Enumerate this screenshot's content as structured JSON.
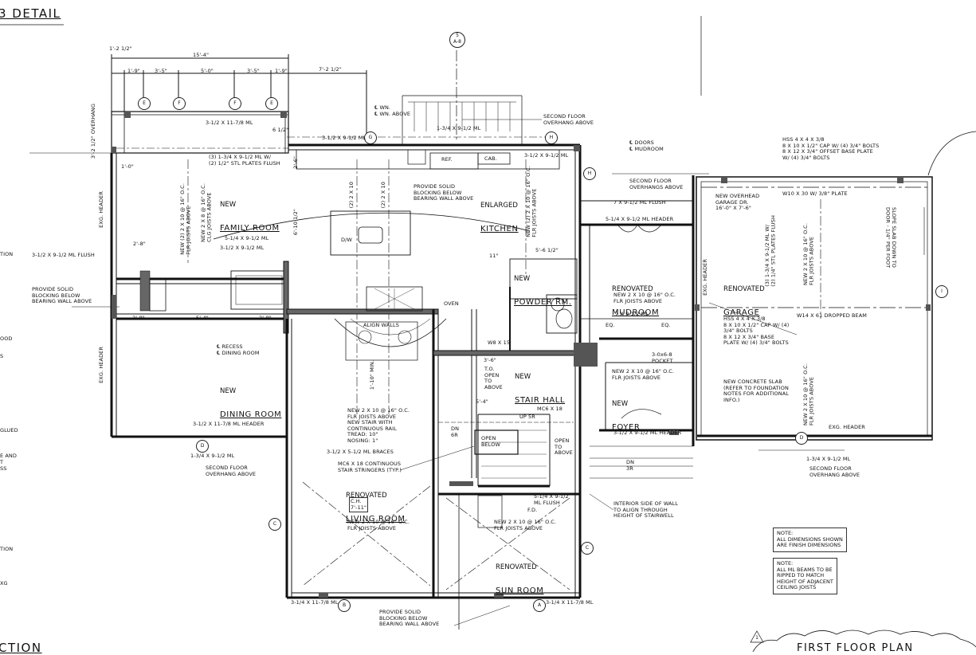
{
  "sheet": {
    "detail_title": "3 DETAIL",
    "section_title": "CTION",
    "plan_title": "FIRST FLOOR PLAN",
    "north_marker_top": "5",
    "north_marker_bottom": "A-8"
  },
  "dimensions": {
    "overall_top": "15'-4\"",
    "top_left_small": "1'-2 1/2\"",
    "top_right_small": "7'-2 1/2\"",
    "segments": [
      "1'-9\"",
      "3'-5\"",
      "5'-0\"",
      "3'-5\"",
      "1'-9\""
    ],
    "overhang": "3'-2 1/2\" OVERHANG",
    "left_1_0": "1'-0\"",
    "d_2_8a": "2'-8\"",
    "d_2_8b": "2'-8\"",
    "d_2_8c": "2'-8\"",
    "d_5_4": "5'-4\"",
    "d_2_6": "2'-6\"",
    "d_6_10": "6'-10 1/2\"",
    "d_11": "11\"",
    "d_3_6": "3'-6\"",
    "d_5_6": "5'-6 1/2\"",
    "d_1_10": "1'-10\" MIN.",
    "d_5_4b": "5'-4\"",
    "d_6p": "6 1/2\""
  },
  "grid_bubbles": [
    "E",
    "F",
    "F",
    "E",
    "G",
    "H",
    "H",
    "D",
    "C",
    "B",
    "A",
    "C",
    "I",
    "D"
  ],
  "rooms": {
    "family": {
      "new": "NEW",
      "name": "FAMILY ROOM"
    },
    "kitchen": {
      "new": "ENLARGED",
      "name": "KITCHEN"
    },
    "powder": {
      "new": "NEW",
      "name": "POWDER RM."
    },
    "mudroom": {
      "new": "RENOVATED",
      "name": "MUDROOM"
    },
    "garage": {
      "new": "RENOVATED",
      "name": "GARAGE"
    },
    "dining": {
      "new": "NEW",
      "name": "DINING ROOM"
    },
    "stair_hall": {
      "new": "NEW",
      "name": "STAIR HALL"
    },
    "foyer": {
      "new": "NEW",
      "name": "FOYER"
    },
    "living": {
      "new": "RENOVATED",
      "name": "LIVING ROOM"
    },
    "sun": {
      "new": "RENOVATED",
      "name": "SUN ROOM"
    }
  },
  "callouts": {
    "wn_above": "℄ WN.\n℄ WN. ABOVE",
    "second_floor_overhang_top": "SECOND FLOOR\nOVERHANG ABOVE",
    "beam_1_3_4": "1-3/4 X 9-1/2 ML",
    "beam_3_1_2_11": "3-1/2 X 11-7/8 ML",
    "beam_3_1_2_9_top": "3-1/2 X 9-1/2 ML",
    "beam_3_1_2_9_right": "3-1/2 X 9-1/2 ML",
    "plates_flush": "(3) 1-3/4 X 9-1/2 ML W/\n(2) 1/2\" STL PLATES FLUSH",
    "ref": "REF.",
    "cab": "CAB.",
    "provide_blocking_top": "PROVIDE SOLID\nBLOCKING BELOW\nBEARING WALL ABOVE",
    "joists_2x10_a": "(2) 2 X 10",
    "joists_2x10_b": "(2) 2 X 10",
    "new_family_joists": "NEW 2 X 8 @ 16\" O.C.\nCLG JOISTS ABOVE",
    "new_2_2x10_flr": "NEW (2) 2 X 10 @ 16\" O.C.\nFLR JOISTS ABOVE",
    "dw": "D/W",
    "ml_5_1_4": "5-1/4 X 9-1/2 ML",
    "ml_3_1_2": "3-1/2 X 9-1/2 ML",
    "left_ml_flush": "3-1/2 X 9-1/2 ML FLUSH",
    "left_provide": "PROVIDE SOLID\nBLOCKING BELOW\nBEARING WALL ABOVE",
    "align_walls": "ALIGN WALLS",
    "recess": "℄ RECESS\n℄ DINING ROOM",
    "dining_joists": "NEW 2 X 10 @ 16\" O.C.\nFLR JOISTS ABOVE",
    "stairs_rail": "NEW STAIR WITH\nCONTINUOUS RAIL\nTREAD: 10\"\nNOSING: 1\"",
    "braces": "3-1/2 X 5-1/2 ML BRACES",
    "stringers": "MC6 X 18 CONTINUOUS\nSTAIR STRINGERS (TYP.)",
    "living_joists": "NEW 2 X 10 @ 16\" O.C.\nFLR JOISTS ABOVE",
    "sun_joists": "NEW 2 X 10 @ 16\" O.C.\nFLR JOISTS ABOVE",
    "ml_flush_5_1_4": "5-1/4 X 9-1/2\nML FLUSH",
    "fd": "F.D.",
    "dining_header": "3-1/2 X 11-7/8 ML HEADER",
    "second_floor_left": "SECOND FLOOR\nOVERHANG ABOVE",
    "ml_1_3_4_left": "1-3/4 X 9-1/2 ML",
    "bottom_left_beam": "3-1/4 X 11-7/8 ML",
    "bottom_right_beam": "3-1/4 X 11-7/8 ML",
    "bottom_provide": "PROVIDE SOLID\nBLOCKING BELOW\nBEARING WALL ABOVE",
    "interior_side": "INTERIOR SIDE OF WALL\nTO ALIGN THROUGH\nHEIGHT OF STAIRWELL",
    "w8x15": "W8 X 15",
    "doors_mudroom": "℄ DOORS\n℄ MUDROOM",
    "second_floor_mid": "SECOND FLOOR\nOVERHANGS ABOVE",
    "ml_flush_7x9": "7 X 9-1/2 ML FLUSH",
    "ml_header_5": "5-1/4 X 9-1/2 ML HEADER",
    "mud_joists": "NEW 2 X 10 @ 16\" O.C.\nFLR JOISTS ABOVE",
    "ml_7x9": "7 X 9-1/2 ML",
    "eq1": "EQ.",
    "eq2": "EQ.",
    "pocket": "3-0x6-8\nPOCKET",
    "foyer_joists": "NEW 2 X 10 @ 16\" O.C.\nFLR JOISTS ABOVE",
    "foyer_header": "3-1/2 X 9-1/2 ML HEADER",
    "hss_top": "HSS 4 X 4 X 3/8\n8 X 10 X 1/2\" CAP W/ (4) 3/4\" BOLTS\n8 X 12 X 3/4\" OFFSET BASE PLATE\nW/ (4) 3/4\" BOLTS",
    "w10": "W10 X 30 W/ 3/8\" PLATE",
    "overhead_door": "NEW OVERHEAD\nGARAGE DR.\n16'-0\" X 7'-6\"",
    "garage_ml": "(3) 1-3/4 X 9-1/2 ML W/\n(2) 1/4\" STL PLATES FLUSH",
    "garage_joists": "NEW 2 X 10 @ 16\" O.C.\nFLR JOISTS ABOVE",
    "slope": "SLOPE SLAB DOWN TO\nDOOR - 1/4\" PER FOOT",
    "w14": "W14 X 61 DROPPED BEAM",
    "hss_mid": "HSS 4 X 4 X 3/8\n8 X 10 X 1/2\" CAP W/ (4)\n3/4\" BOLTS\n8 X 12 X 3/4\" BASE\nPLATE W/ (4) 3/4\" BOLTS",
    "concrete": "NEW CONCRETE SLAB\n(REFER TO FOUNDATION\nNOTES FOR ADDITIONAL\nINFO.)",
    "garage_joists2": "NEW 2 X 10 @ 16\" O.C.\nFLR JOISTS ABOVE",
    "exg_header_bottom": "EXG. HEADER",
    "garage_ml_bottom": "1-3/4 X 9-1/2 ML",
    "garage_overhang": "SECOND FLOOR\nOVERHANG ABOVE",
    "open_below": "OPEN\nBELOW",
    "open_above": "OPEN\nTO\nABOVE",
    "open_to_above": "T.O.\nOPEN\nTO\nABOVE",
    "ch": "C.H.\n7'-11\"",
    "exg_header_left1": "EXG. HEADER",
    "exg_header_left2": "EXG. HEADER",
    "exg_header_garage": "EXG. HEADER",
    "oven": "OVEN",
    "dn3r": "DN\n3R",
    "dn6r": "DN\n6R",
    "up": "UP 5R",
    "mc6": "MC6 X 18"
  },
  "left_margin": [
    "TION",
    "OOD",
    "S",
    "GLUED",
    "E AND",
    "T",
    "SS",
    "TION",
    "XG"
  ],
  "notes": [
    "NOTE:\nALL DIMENSIONS SHOWN\nARE FINISH DIMENSIONS",
    "NOTE:\nALL ML BEAMS TO BE\nRIPPED TO MATCH\nHEIGHT OF ADJACENT\nCEILING JOISTS"
  ],
  "revision_tag": "1"
}
